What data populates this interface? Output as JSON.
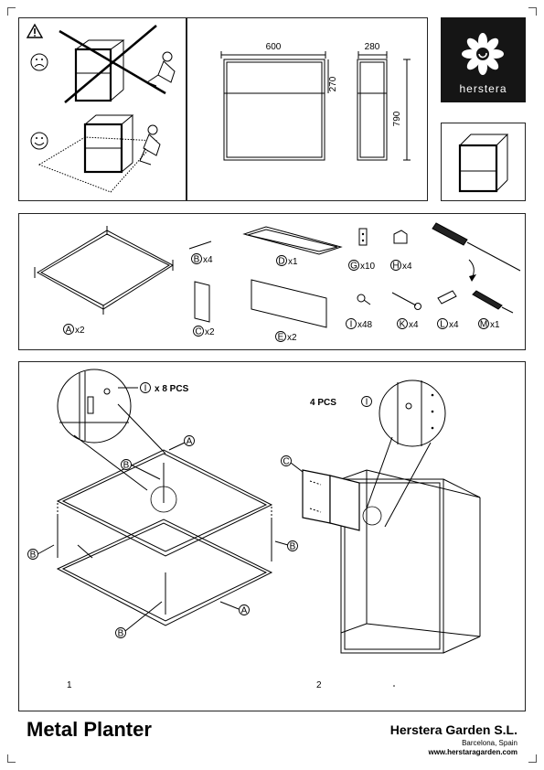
{
  "dimensions": {
    "width": "600",
    "depth": "280",
    "upper_height": "270",
    "total_height": "790"
  },
  "brand": {
    "name": "herstera"
  },
  "parts": [
    {
      "letter": "A",
      "qty": "x2"
    },
    {
      "letter": "B",
      "qty": "x4"
    },
    {
      "letter": "C",
      "qty": "x2"
    },
    {
      "letter": "D",
      "qty": "x1"
    },
    {
      "letter": "E",
      "qty": "x2"
    },
    {
      "letter": "G",
      "qty": "x10"
    },
    {
      "letter": "H",
      "qty": "x4"
    },
    {
      "letter": "I",
      "qty": "x48"
    },
    {
      "letter": "K",
      "qty": "x4"
    },
    {
      "letter": "L",
      "qty": "x4"
    },
    {
      "letter": "M",
      "qty": "x1"
    }
  ],
  "step1": {
    "number": "1",
    "screw_count": "x 8 PCS",
    "screw_letter": "I",
    "labels": [
      "A",
      "B",
      "B",
      "B",
      "B",
      "A"
    ]
  },
  "step2": {
    "number": "2",
    "screw_count": "4 PCS",
    "screw_letter": "I",
    "panel_letter": "C"
  },
  "footer": {
    "product": "Metal Planter",
    "company": "Herstera Garden S.L.",
    "city": "Barcelona, Spain",
    "website": "www.herstaragarden.com"
  }
}
